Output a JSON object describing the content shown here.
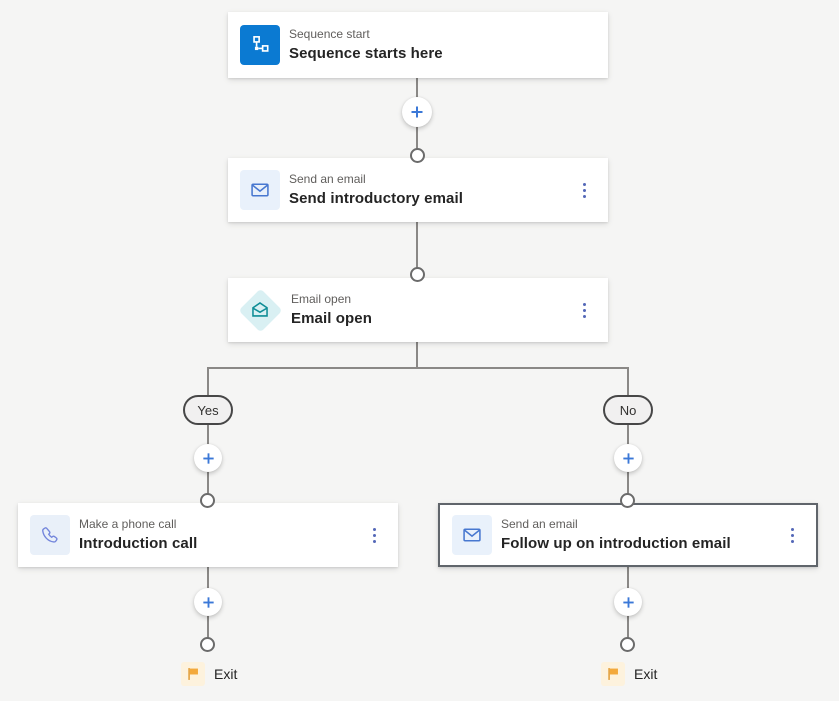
{
  "colors": {
    "background": "#f5f5f4",
    "connector": "#8a8886",
    "card_bg": "#ffffff",
    "selected_border": "#60656b",
    "label_gray": "#605e5c",
    "title_dark": "#242424",
    "start_icon_bg": "#0b7ad2",
    "email_icon_bg": "#e9f1fb",
    "email_icon_fg": "#4878d0",
    "open_icon_bg": "#d9f0f3",
    "open_icon_fg": "#0e8d96",
    "phone_icon_fg": "#7486dc",
    "plus_blue": "#3b78d7",
    "pill_bg": "#f1f0f0",
    "pill_border": "#474747",
    "flag_bg": "#fdf2dd",
    "flag_fg": "#f3a93c"
  },
  "nodes": {
    "start": {
      "label": "Sequence start",
      "title": "Sequence starts here",
      "icon": "sequence-start-icon"
    },
    "intro_email": {
      "label": "Send an email",
      "title": "Send introductory email",
      "icon": "email-icon"
    },
    "email_open": {
      "label": "Email open",
      "title": "Email open",
      "icon": "email-open-icon"
    },
    "intro_call": {
      "label": "Make a phone call",
      "title": "Introduction call",
      "icon": "phone-icon"
    },
    "followup_email": {
      "label": "Send an email",
      "title": "Follow up on introduction email",
      "icon": "email-icon",
      "selected": true
    }
  },
  "branch": {
    "yes": "Yes",
    "no": "No"
  },
  "exits": {
    "left": "Exit",
    "right": "Exit"
  }
}
